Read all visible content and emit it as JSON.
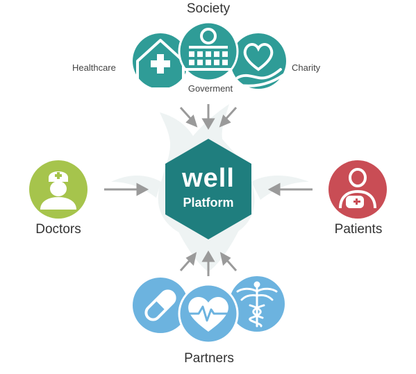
{
  "platform": {
    "title": "well",
    "subtitle": "Platform",
    "color": "#1f7e7e"
  },
  "groups": {
    "society": {
      "label": "Society",
      "items": [
        {
          "label": "Healthcare",
          "icon": "hospital-building-icon"
        },
        {
          "label": "Goverment",
          "icon": "government-building-icon"
        },
        {
          "label": "Charity",
          "icon": "heart-hand-icon"
        }
      ],
      "color": "#2f9c97"
    },
    "doctors": {
      "label": "Doctors",
      "icon": "doctor-icon",
      "color": "#a6c44c"
    },
    "patients": {
      "label": "Patients",
      "icon": "patient-icon",
      "color": "#c94d55"
    },
    "partners": {
      "label": "Partners",
      "items": [
        {
          "icon": "pill-icon"
        },
        {
          "icon": "heart-pulse-icon"
        },
        {
          "icon": "caduceus-icon"
        }
      ],
      "color": "#6cb3df"
    }
  },
  "arrow_color": "#9a9a9a"
}
